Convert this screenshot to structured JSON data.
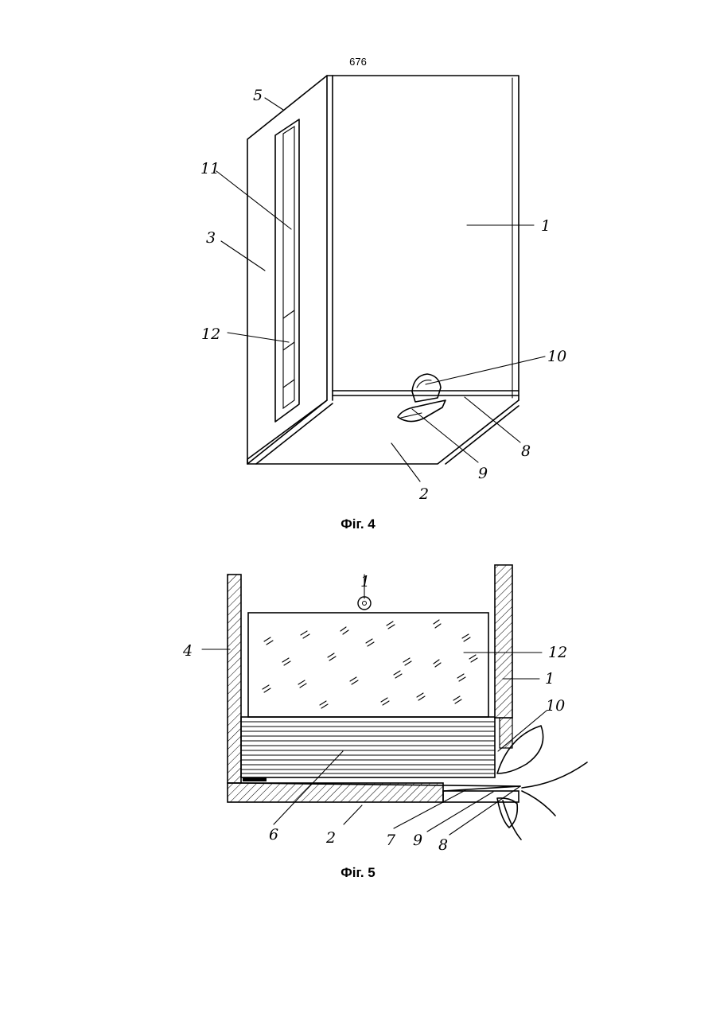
{
  "page": {
    "number": "676"
  },
  "figures": [
    {
      "caption": "Фіг. 4",
      "labels": {
        "l1": "1",
        "l2": "2",
        "l3": "3",
        "l5": "5",
        "l8": "8",
        "l9": "9",
        "l10": "10",
        "l11": "11",
        "l12": "12"
      }
    },
    {
      "caption": "Фіг. 5",
      "labels": {
        "l1a": "1",
        "l1b": "1",
        "l2": "2",
        "l4": "4",
        "l6": "6",
        "l7": "7",
        "l8": "8",
        "l9": "9",
        "l10": "10",
        "l12": "12"
      }
    }
  ]
}
